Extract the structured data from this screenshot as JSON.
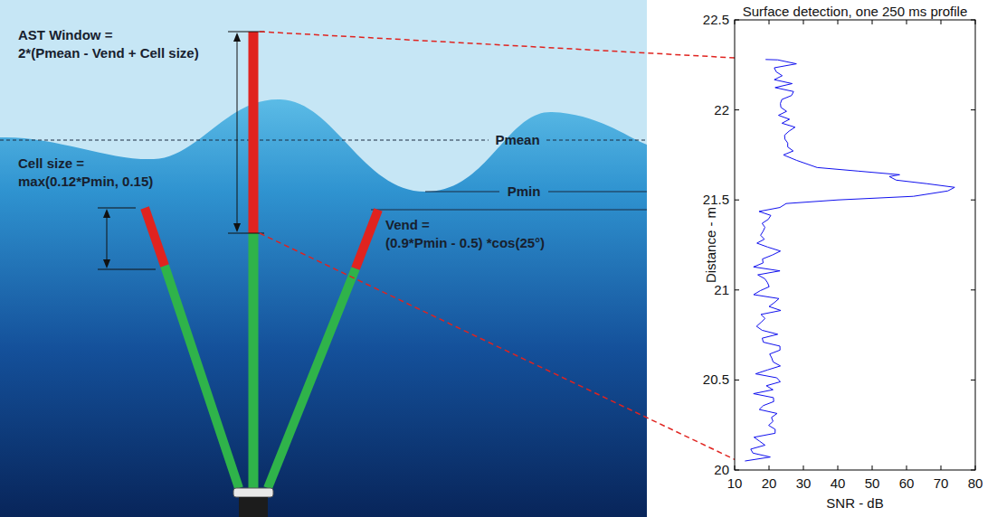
{
  "diagram": {
    "labels": [
      "AST Window =",
      "2*(Pmean - Vend + Cell size)",
      "Cell size =",
      "max(0.12*Pmin, 0.15)",
      "Pmean",
      "Pmin",
      "Vend =",
      "(0.9*Pmin - 0.5) *cos(25°)",
      "Surface detection, one 250 ms profile",
      "22.5",
      "22",
      "21.5",
      "21",
      "20.5",
      "20",
      "10",
      "20",
      "30",
      "40",
      "50",
      "60",
      "70",
      "80",
      "Distance - m",
      "SNR - dB"
    ]
  }
}
